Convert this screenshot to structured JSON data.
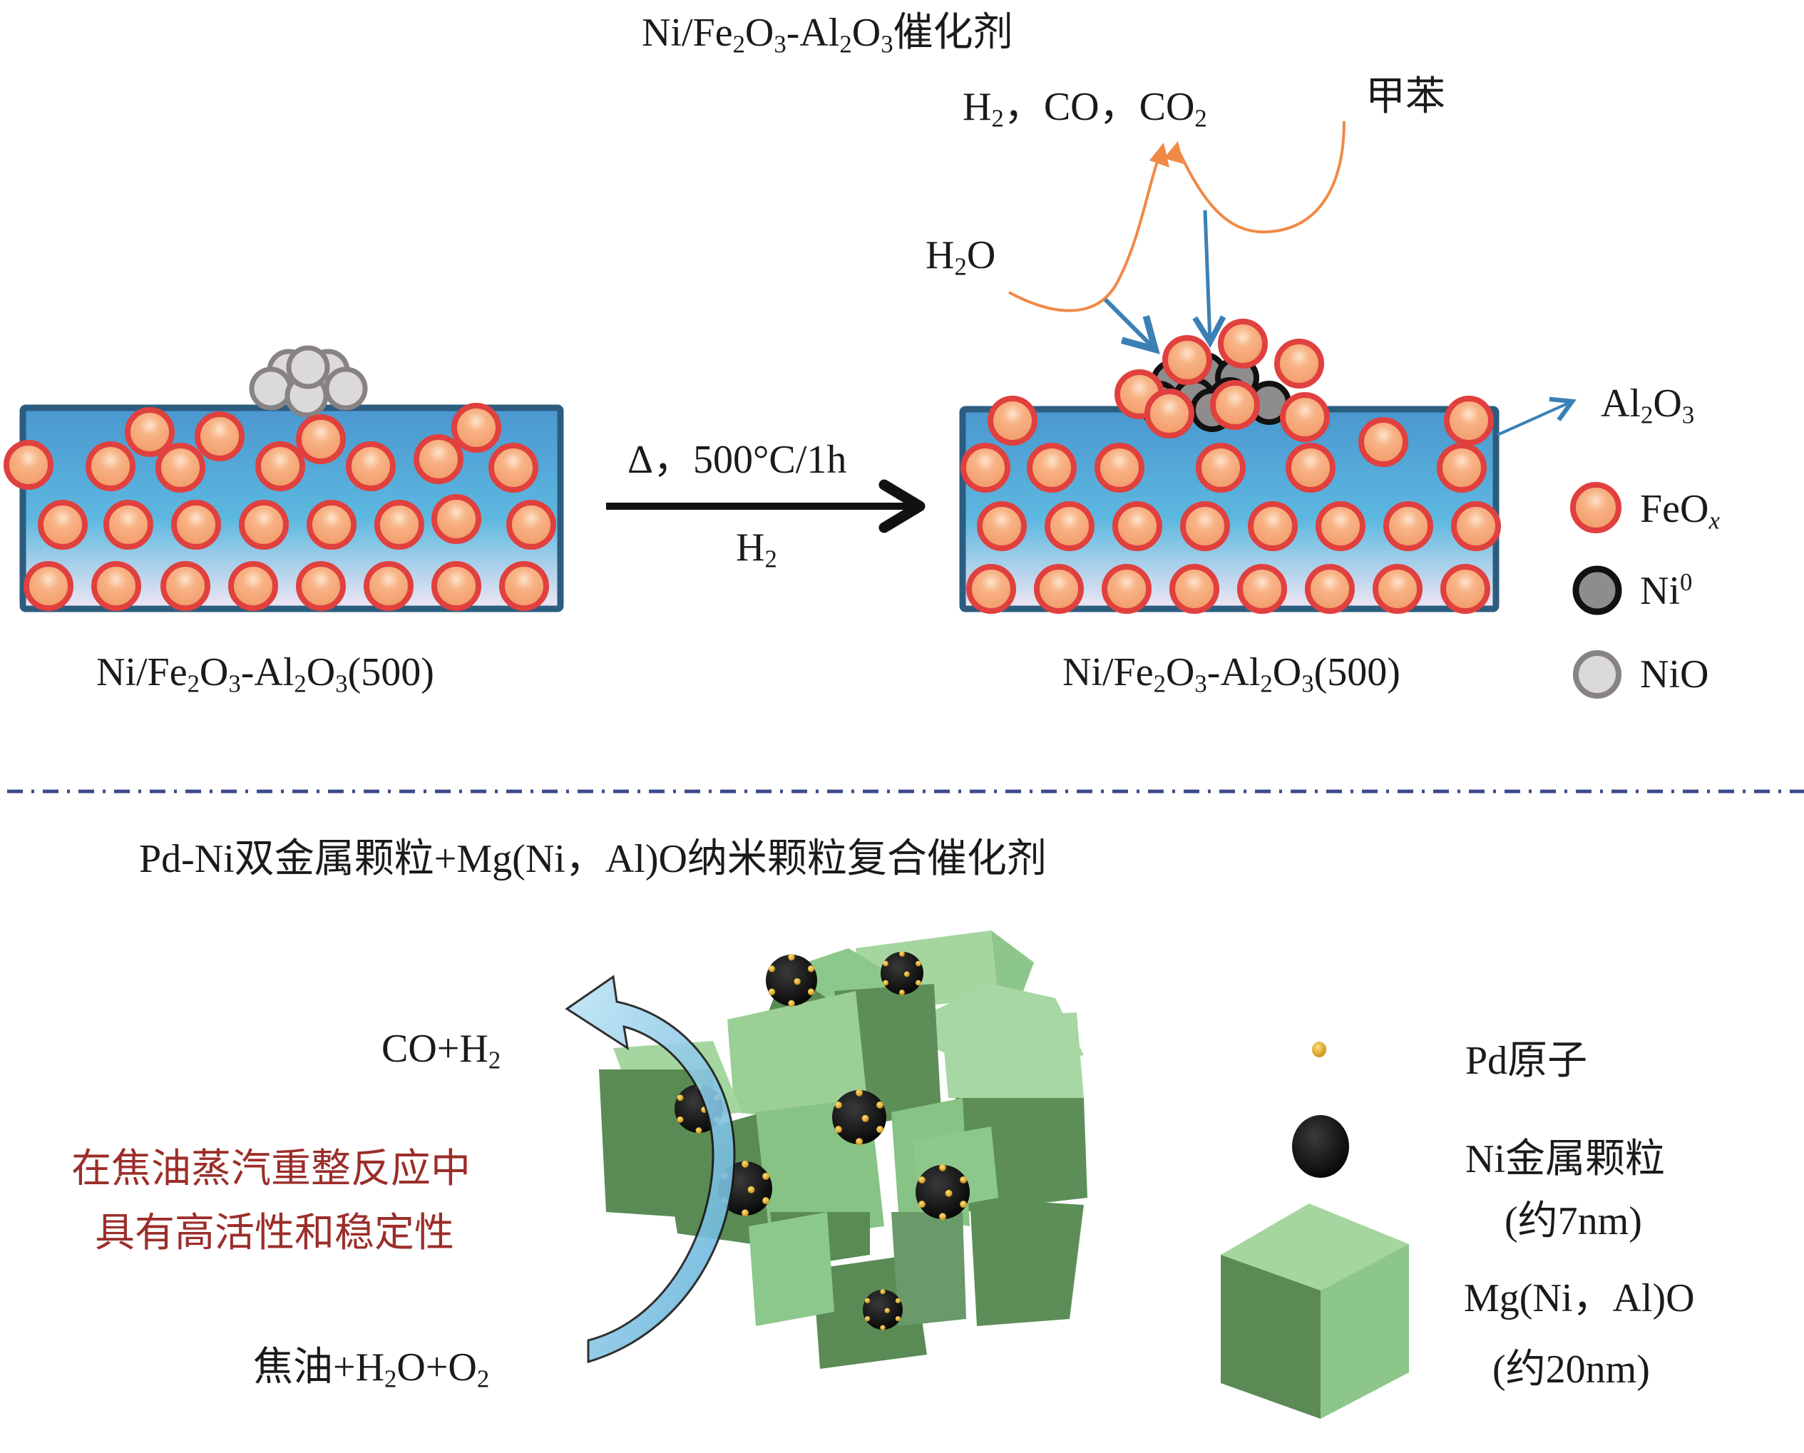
{
  "top_section": {
    "title": {
      "main": "Ni/Fe",
      "s1": "2",
      "o1": "O",
      "s2": "3",
      "dash": "-Al",
      "s3": "2",
      "o2": "O",
      "s4": "3",
      "suffix": "催化剂"
    },
    "left_label": {
      "a": "Ni/Fe",
      "s1": "2",
      "b": "O",
      "s2": "3",
      "c": "-Al",
      "s3": "2",
      "d": "O",
      "s4": "3",
      "e": "(500)"
    },
    "right_label": {
      "a": "Ni/Fe",
      "s1": "2",
      "b": "O",
      "s2": "3",
      "c": "-Al",
      "s3": "2",
      "d": "O",
      "s4": "3",
      "e": "(500)"
    },
    "arrow_condition_top": "Δ，500°C/1h",
    "arrow_condition_bottom": {
      "base": "H",
      "sub": "2"
    },
    "products": {
      "h": "H",
      "h_sub": "2",
      "rest": "，CO，CO",
      "co2_sub": "2"
    },
    "reactant_toluene": "甲苯",
    "reactant_water": {
      "h": "H",
      "sub": "2",
      "o": "O"
    },
    "support_label": {
      "a": "Al",
      "s1": "2",
      "b": "O",
      "s2": "3"
    },
    "legend": [
      {
        "key": "FeOx",
        "label": "FeO",
        "sub": "x",
        "icon": "feox-particle-icon"
      },
      {
        "key": "Ni0",
        "label": "Ni",
        "sup": "0",
        "icon": "ni0-particle-icon"
      },
      {
        "key": "NiO",
        "label": "NiO",
        "icon": "nio-particle-icon"
      }
    ]
  },
  "bottom_section": {
    "title": "Pd-Ni双金属颗粒+Mg(Ni，Al)O纳米颗粒复合催化剂",
    "product_label": {
      "base": "CO+H",
      "sub": "2"
    },
    "feed_label": {
      "a": "焦油+H",
      "s1": "2",
      "b": "O+O",
      "s2": "2"
    },
    "highlight_line1": "在焦油蒸汽重整反应中",
    "highlight_line2": "具有高活性和稳定性",
    "legend": [
      {
        "label": "Pd原子",
        "icon": "pd-atom-icon"
      },
      {
        "label": "Ni金属颗粒",
        "label2": "(约7nm)",
        "icon": "ni-metal-particle-icon"
      },
      {
        "label": "Mg(Ni，Al)O",
        "label2": "(约20nm)",
        "icon": "mg-ni-al-o-cube-icon"
      }
    ]
  },
  "colors": {
    "feox_fill": "#f6a673",
    "feox_ring": "#e0403e",
    "support_top": "#4a9bd0",
    "support_bottom": "#e9e3f2",
    "support_border": "#2c5d80",
    "ni0_fill": "#8f8c8e",
    "nio_fill": "#dcd9da",
    "nio_ring": "#888383",
    "arrow_orange": "#f08a45",
    "arrow_blue": "#3b80b5",
    "cube_light": "#8fca8f",
    "cube_dark": "#5a8b55",
    "highlight_text": "#9b2e2a",
    "divider": "#3c4a8c"
  }
}
